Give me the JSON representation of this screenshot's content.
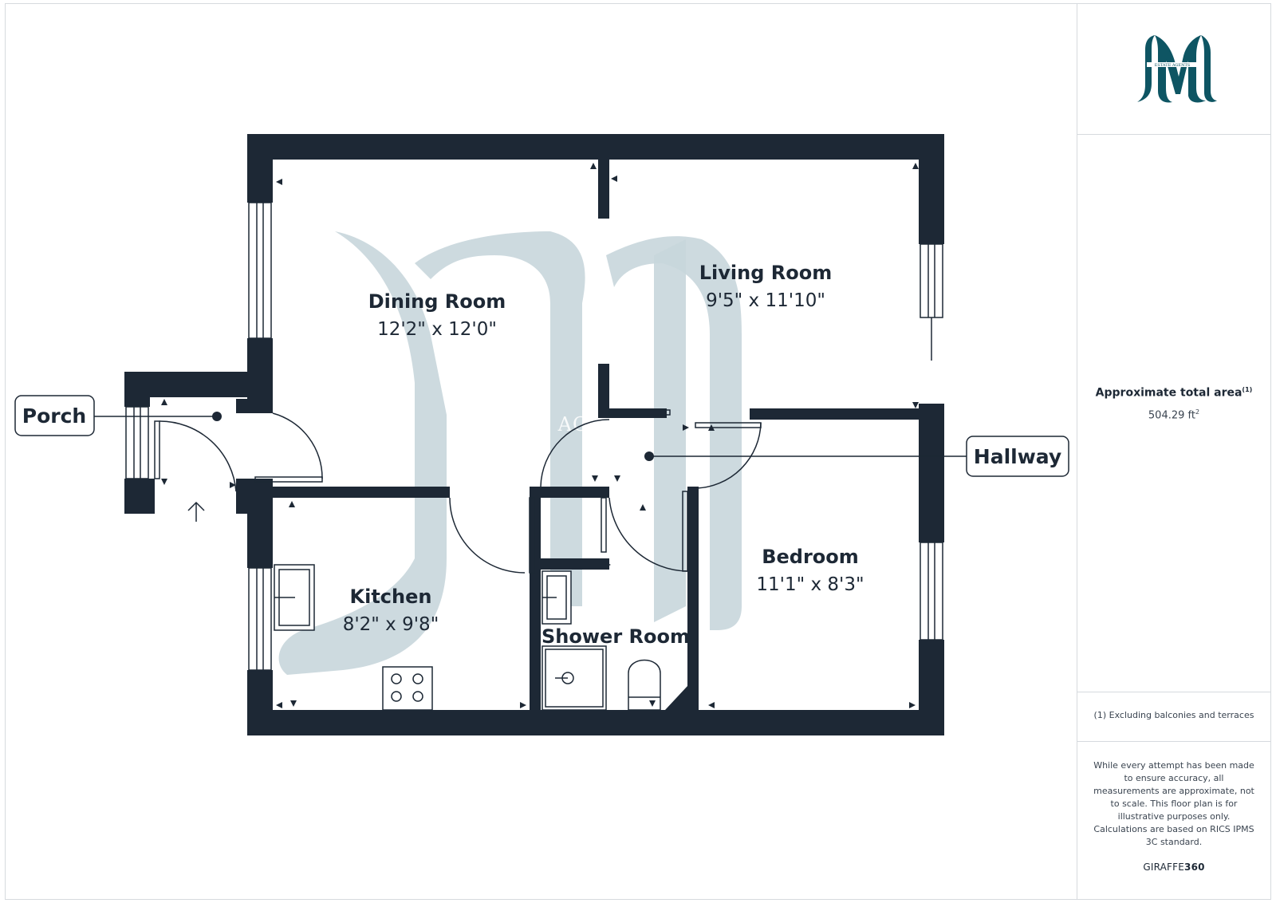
{
  "floorplan": {
    "rooms": [
      {
        "name": "Dining  Room",
        "dimensions": "12'2\" x 12'0\""
      },
      {
        "name": "Living Room",
        "dimensions": "9'5\" x 11'10\""
      },
      {
        "name": "Kitchen",
        "dimensions": "8'2\" x 9'8\""
      },
      {
        "name": "Shower Room",
        "dimensions": ""
      },
      {
        "name": "Bedroom",
        "dimensions": "11'1\" x 8'3\""
      }
    ],
    "callouts": [
      {
        "label": "Porch"
      },
      {
        "label": "Hallway"
      }
    ],
    "watermark": "ESTATE AGENTS"
  },
  "sidebar": {
    "logo_text": "ESTATE AGENTS",
    "area_title": "Approximate total area",
    "area_title_note": "(1)",
    "area_value": "504.29 ft",
    "area_unit_sup": "2",
    "footnote": "(1) Excluding balconies and terraces",
    "disclaimer": "While every attempt has been made to ensure accuracy, all measurements are approximate, not to scale. This floor plan is for illustrative purposes only.",
    "calc_note": "Calculations are based on RICS IPMS 3C standard.",
    "brand_prefix": "GIRAFFE",
    "brand_suffix": "360"
  },
  "colors": {
    "wall": "#1d2835",
    "watermark": "#c8d6db",
    "logo": "#0e5563",
    "divider": "#d6dade"
  }
}
